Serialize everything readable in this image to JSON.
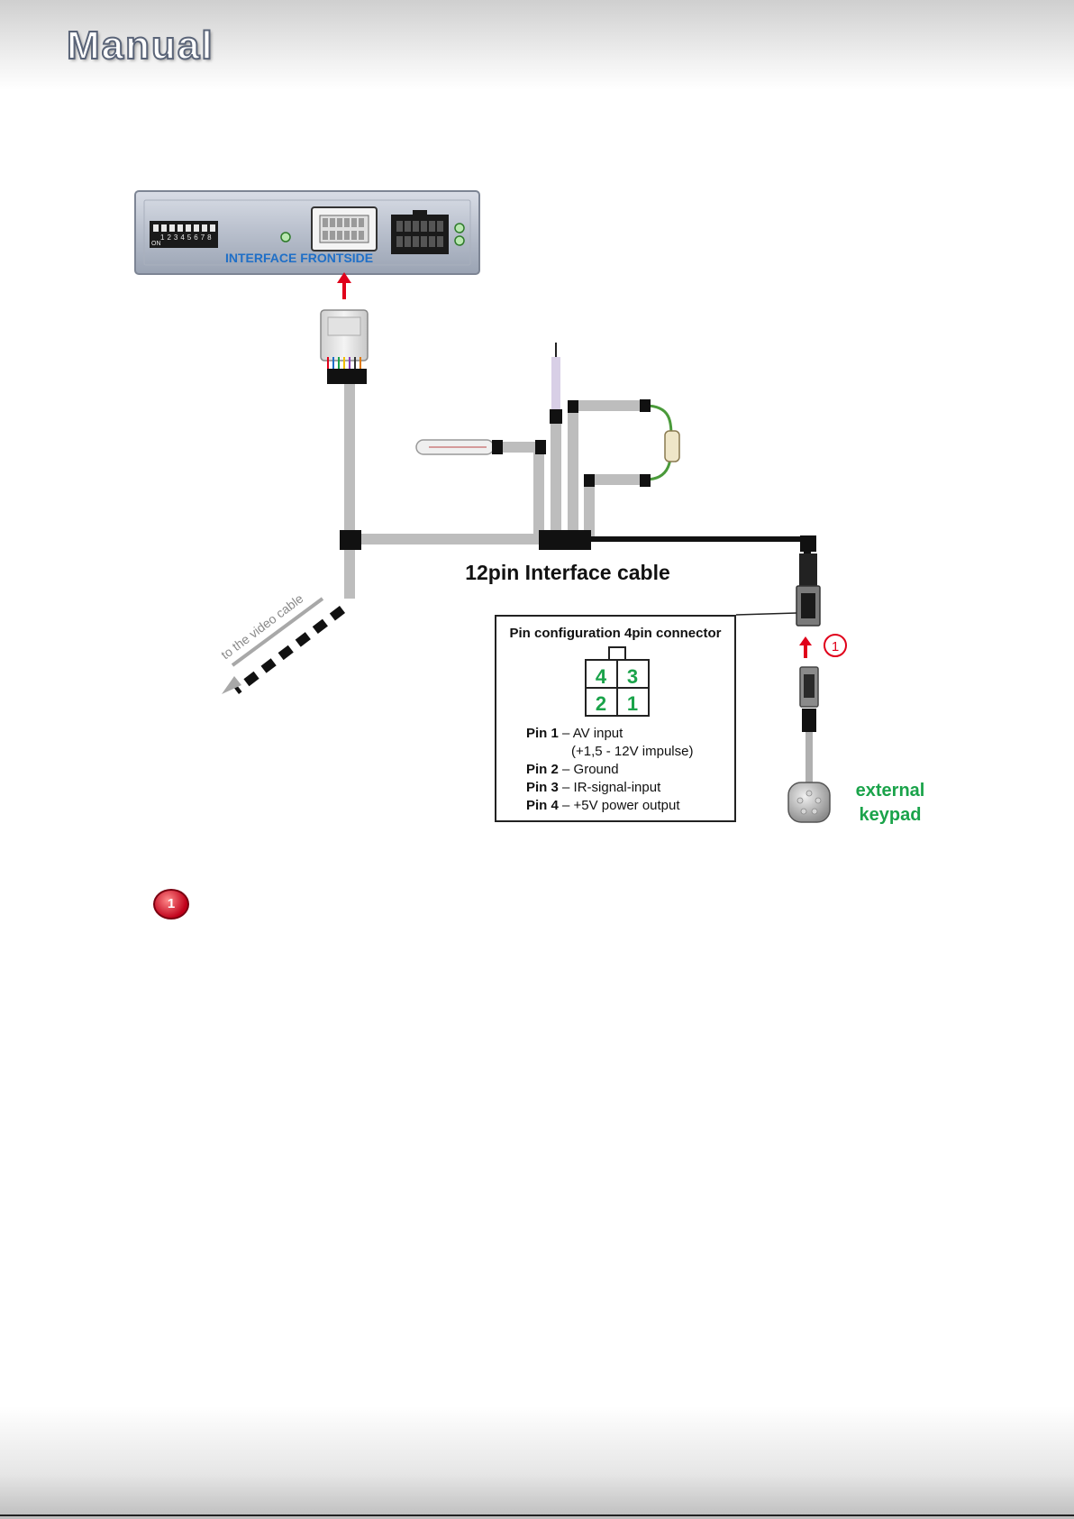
{
  "header": {
    "brand": "Manual"
  },
  "diagram": {
    "interface_label": "INTERFACE  FRONTSIDE",
    "dip_label": "ON",
    "dip_numbers": "12345678",
    "cable_label": "12pin Interface cable",
    "video_cable_label": "to the video cable",
    "keypad_label_line1": "external",
    "keypad_label_line2": "keypad",
    "step_number": "1"
  },
  "pin_config": {
    "title": "Pin configuration 4pin connector",
    "grid": [
      "4",
      "3",
      "2",
      "1"
    ],
    "pins": [
      {
        "name": "Pin 1",
        "desc": " – AV input"
      },
      {
        "name": "",
        "desc": "(+1,5 - 12V impulse)"
      },
      {
        "name": "Pin 2",
        "desc": " – Ground"
      },
      {
        "name": "Pin 3",
        "desc": " – IR-signal-input"
      },
      {
        "name": "Pin 4",
        "desc": " – +5V power output"
      }
    ]
  },
  "note": {
    "badge": "1"
  },
  "colors": {
    "cable_gray": "#bdbdbd",
    "cable_black": "#111111",
    "accent_green": "#1aa34a",
    "accent_red": "#e0001a",
    "label_blue": "#1f6fc7"
  }
}
